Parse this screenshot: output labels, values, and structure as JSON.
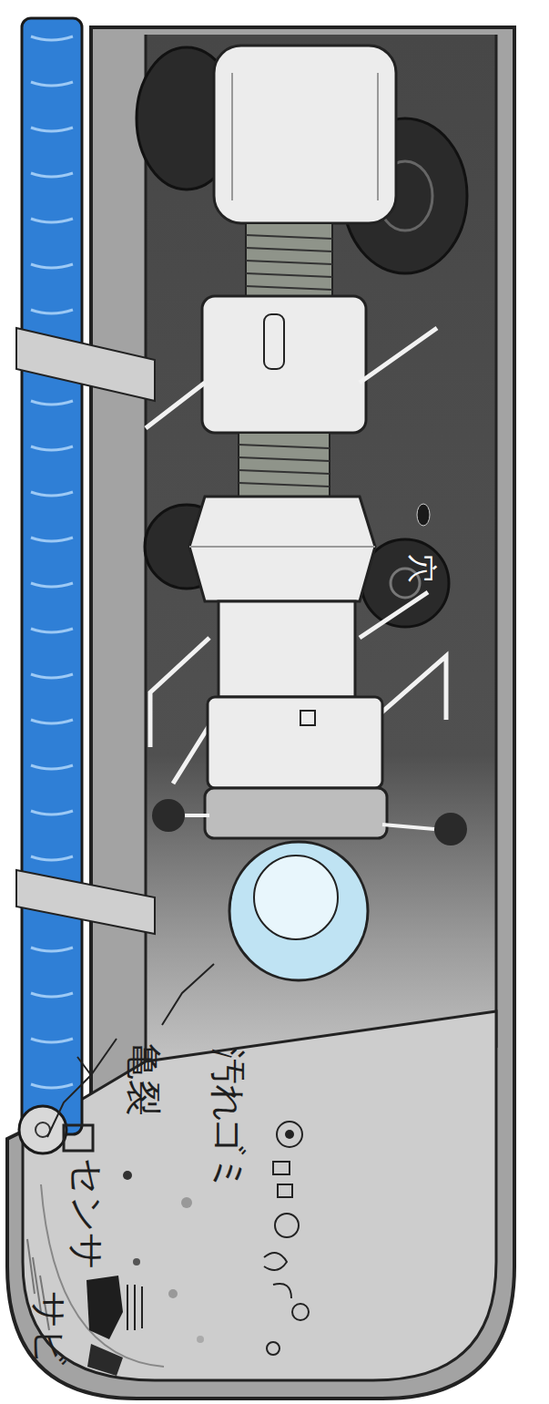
{
  "diagram": {
    "labels": [
      "センサ",
      "亀裂",
      "汚れ",
      "ゴミ",
      "サビ",
      "穴"
    ]
  }
}
